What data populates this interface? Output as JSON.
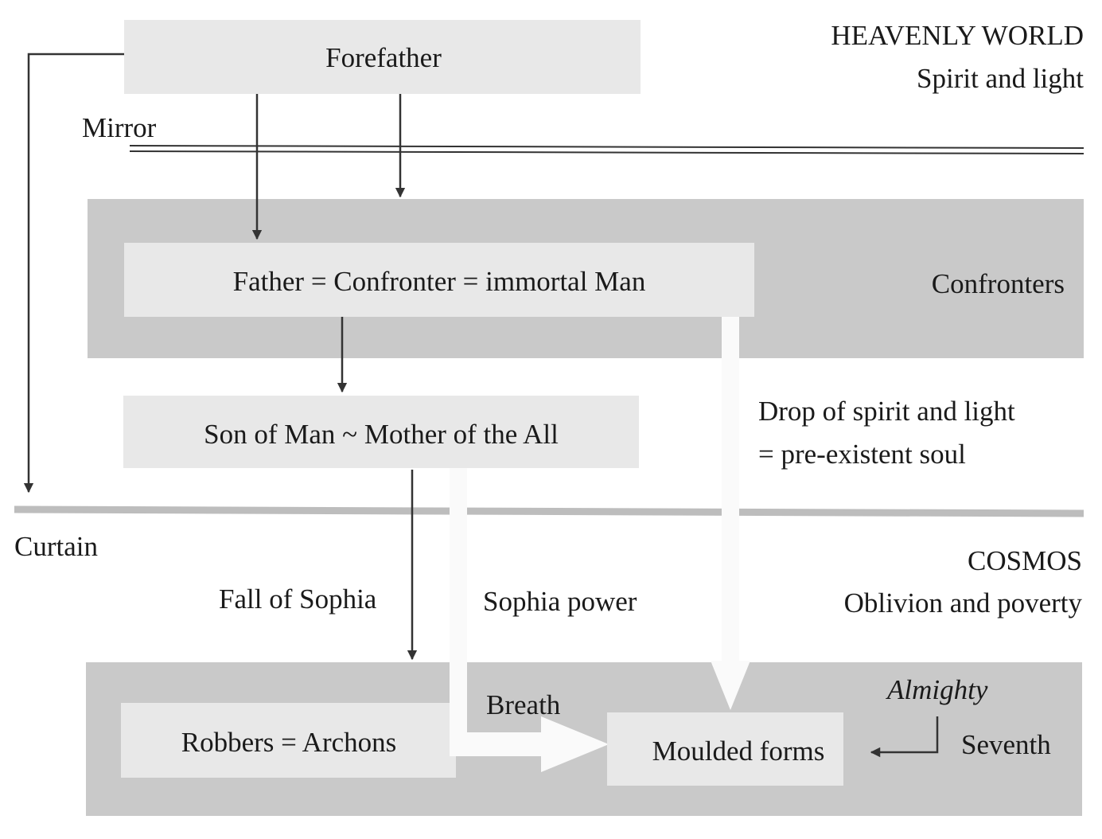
{
  "heavenly": {
    "title": "HEAVENLY WORLD",
    "subtitle": "Spirit and light"
  },
  "cosmos": {
    "title": "COSMOS",
    "subtitle": "Oblivion and poverty"
  },
  "labels": {
    "mirror": "Mirror",
    "curtain": "Curtain",
    "confronters": "Confronters",
    "drop_line1": "Drop of spirit and light",
    "drop_line2": "= pre-existent soul",
    "fall": "Fall of Sophia",
    "sophia_power": "Sophia power",
    "breath": "Breath",
    "almighty": "Almighty",
    "seventh": "Seventh"
  },
  "boxes": {
    "forefather": "Forefather",
    "father": "Father = Confronter = immortal Man",
    "son": "Son of Man ~ Mother of the All",
    "robbers": "Robbers = Archons",
    "moulded": "Moulded forms"
  },
  "colors": {
    "band": "#c9c9c9",
    "box": "#e8e8e8",
    "line": "#333333"
  }
}
